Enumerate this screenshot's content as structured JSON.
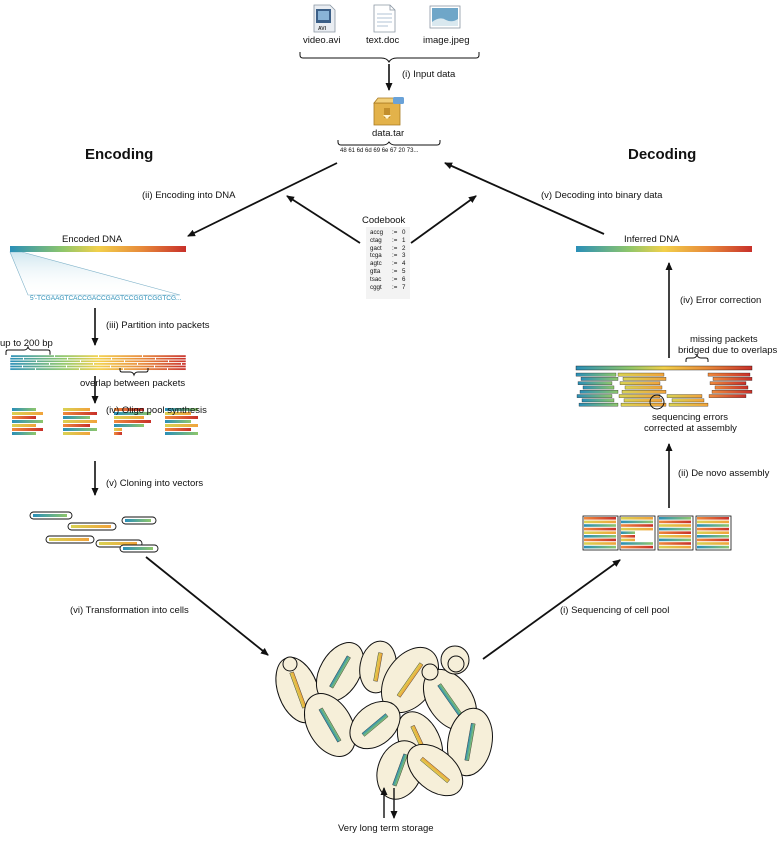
{
  "files": [
    {
      "name": "video.avi",
      "badge": "AVI",
      "kind": "video"
    },
    {
      "name": "text.doc",
      "badge": "",
      "kind": "doc"
    },
    {
      "name": "image.jpeg",
      "badge": "",
      "kind": "image"
    }
  ],
  "archive": {
    "name": "data.tar",
    "hex": "48 61 6d 6d 69 6e 67 20 73..."
  },
  "headings": {
    "encoding": "Encoding",
    "decoding": "Decoding"
  },
  "encoding": {
    "encoded_dna_label": "Encoded  DNA",
    "sequence": "5'-TCGAAGTCACCGACCGAGTCCGGTCGGTCG...",
    "packet_size_label": "up to 200 bp",
    "overlap_label": "overlap between packets"
  },
  "codebook": {
    "title": "Codebook",
    "entries": [
      {
        "codon": "accg",
        "op": ":=",
        "value": "0"
      },
      {
        "codon": "ctag",
        "op": ":=",
        "value": "1"
      },
      {
        "codon": "gact",
        "op": ":=",
        "value": "2"
      },
      {
        "codon": "tcga",
        "op": ":=",
        "value": "3"
      },
      {
        "codon": "agtc",
        "op": ":=",
        "value": "4"
      },
      {
        "codon": "gtta",
        "op": ":=",
        "value": "5"
      },
      {
        "codon": "tsac",
        "op": ":=",
        "value": "6"
      },
      {
        "codon": "cggt",
        "op": ":=",
        "value": "7"
      }
    ]
  },
  "steps": {
    "input": "(i) Input data",
    "encode": "(ii) Encoding into DNA",
    "partition": "(iii) Partition into packets",
    "synthesis": "(iv) Oligo pool synthesis",
    "cloning": "(v) Cloning into vectors",
    "transformation": "(vi) Transformation into cells",
    "sequencing": "(i) Sequencing of cell pool",
    "assembly": "(ii) De novo assembly",
    "error_correction": "(iv) Error correction",
    "decode": "(v) Decoding into binary data"
  },
  "decoding": {
    "inferred_dna_label": "Inferred DNA",
    "missing_label_1": "missing packets",
    "missing_label_2": "bridged due to overlaps",
    "errors_label_1": "sequencing errors",
    "errors_label_2": "corrected at assembly"
  },
  "storage_label": "Very long term storage",
  "colors": {
    "gradient": [
      "#2a8fb8",
      "#8ec66b",
      "#f2d04a",
      "#e7893a",
      "#c8302a"
    ],
    "cell_fill": "#f6efd9",
    "accent_blue": "#2a8fb8"
  }
}
